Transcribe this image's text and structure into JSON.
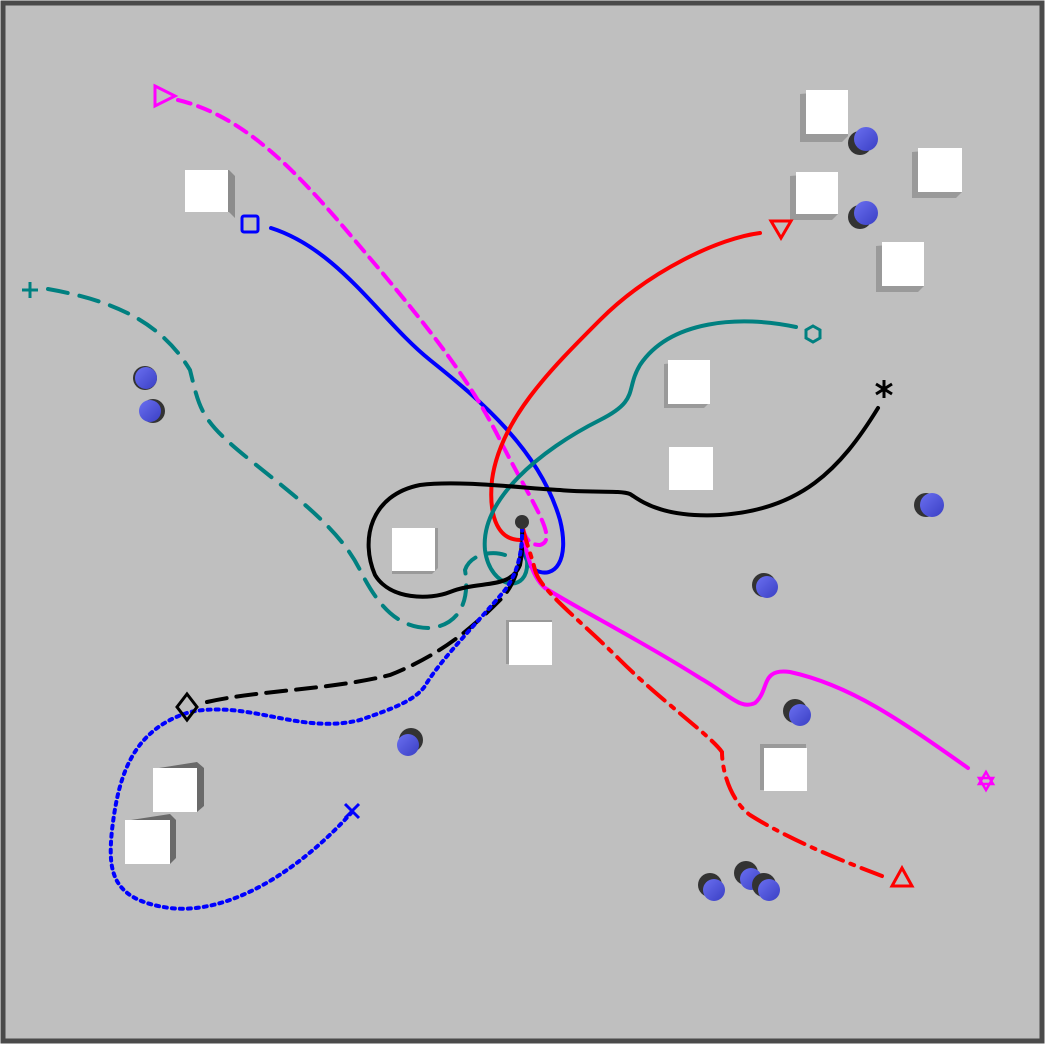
{
  "scene": {
    "type": "top-down multi-agent trajectory view",
    "background": "#bfbfbf",
    "border": "#4a4a4a",
    "obstacle_color": "#ffffff",
    "pillar_color": "#4a4fd6",
    "hub_color": "#333333"
  },
  "trajectories": [
    {
      "name": "blue-solid",
      "color": "#0000ff",
      "style": "solid",
      "start_marker": "square"
    },
    {
      "name": "magenta-dashed",
      "color": "#ff00ff",
      "style": "dashed",
      "start_marker": "triangle-right"
    },
    {
      "name": "teal-dashed",
      "color": "#008080",
      "style": "dash-dot",
      "start_marker": "plus"
    },
    {
      "name": "red-solid",
      "color": "#ff0000",
      "style": "solid",
      "start_marker": "triangle-down"
    },
    {
      "name": "teal-solid",
      "color": "#008080",
      "style": "solid",
      "start_marker": "hexagon"
    },
    {
      "name": "black-solid",
      "color": "#000000",
      "style": "solid",
      "start_marker": "asterisk"
    },
    {
      "name": "magenta-solid",
      "color": "#ff00ff",
      "style": "solid",
      "start_marker": "hexagram"
    },
    {
      "name": "red-dashed",
      "color": "#ff0000",
      "style": "dash-dot",
      "start_marker": "triangle-up"
    },
    {
      "name": "black-dashed",
      "color": "#000000",
      "style": "dashed",
      "start_marker": "diamond"
    },
    {
      "name": "blue-dotted",
      "color": "#0000ff",
      "style": "dotted",
      "start_marker": "x"
    }
  ]
}
